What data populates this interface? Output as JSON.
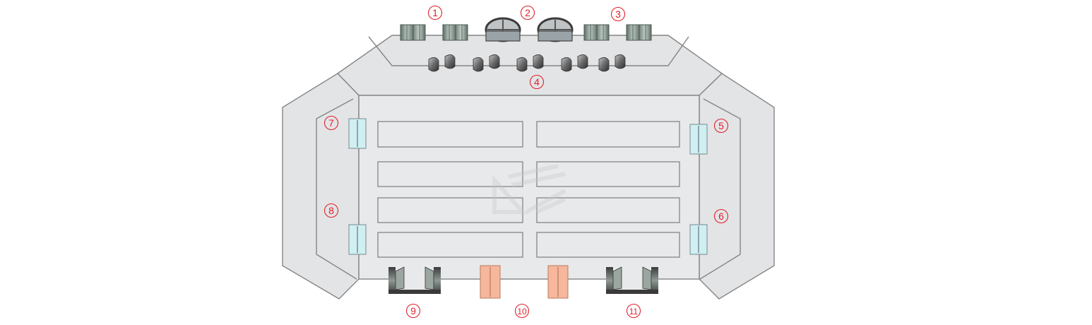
{
  "title": "",
  "colors": {
    "floor": "#e8e9eb",
    "floor_outer": "#e3e4e6",
    "wall": "#858585",
    "glass_door": "#cfeff3",
    "wood_door": "#f6b79c",
    "label": "#e0212a"
  },
  "labels": [
    {
      "id": "1",
      "text": "1",
      "type": "sliding-glass-doors"
    },
    {
      "id": "2",
      "text": "2",
      "type": "revolving-doors"
    },
    {
      "id": "3",
      "text": "3",
      "type": "sliding-glass-doors"
    },
    {
      "id": "4",
      "text": "4",
      "type": "speed-gates"
    },
    {
      "id": "5",
      "text": "5",
      "type": "glass-swing-door"
    },
    {
      "id": "6",
      "text": "6",
      "type": "glass-swing-door"
    },
    {
      "id": "7",
      "text": "7",
      "type": "glass-swing-door"
    },
    {
      "id": "8",
      "text": "8",
      "type": "glass-swing-door"
    },
    {
      "id": "9",
      "text": "9",
      "type": "automatic-swing-doors"
    },
    {
      "id": "10",
      "text": "10",
      "type": "double-wood-doors"
    },
    {
      "id": "11",
      "text": "11",
      "type": "automatic-swing-doors"
    }
  ],
  "icons": {
    "logo": "watermark-logo",
    "sliding_door": "sliding-door-icon",
    "revolving_door": "revolving-door-icon",
    "turnstile": "turnstile-icon"
  }
}
